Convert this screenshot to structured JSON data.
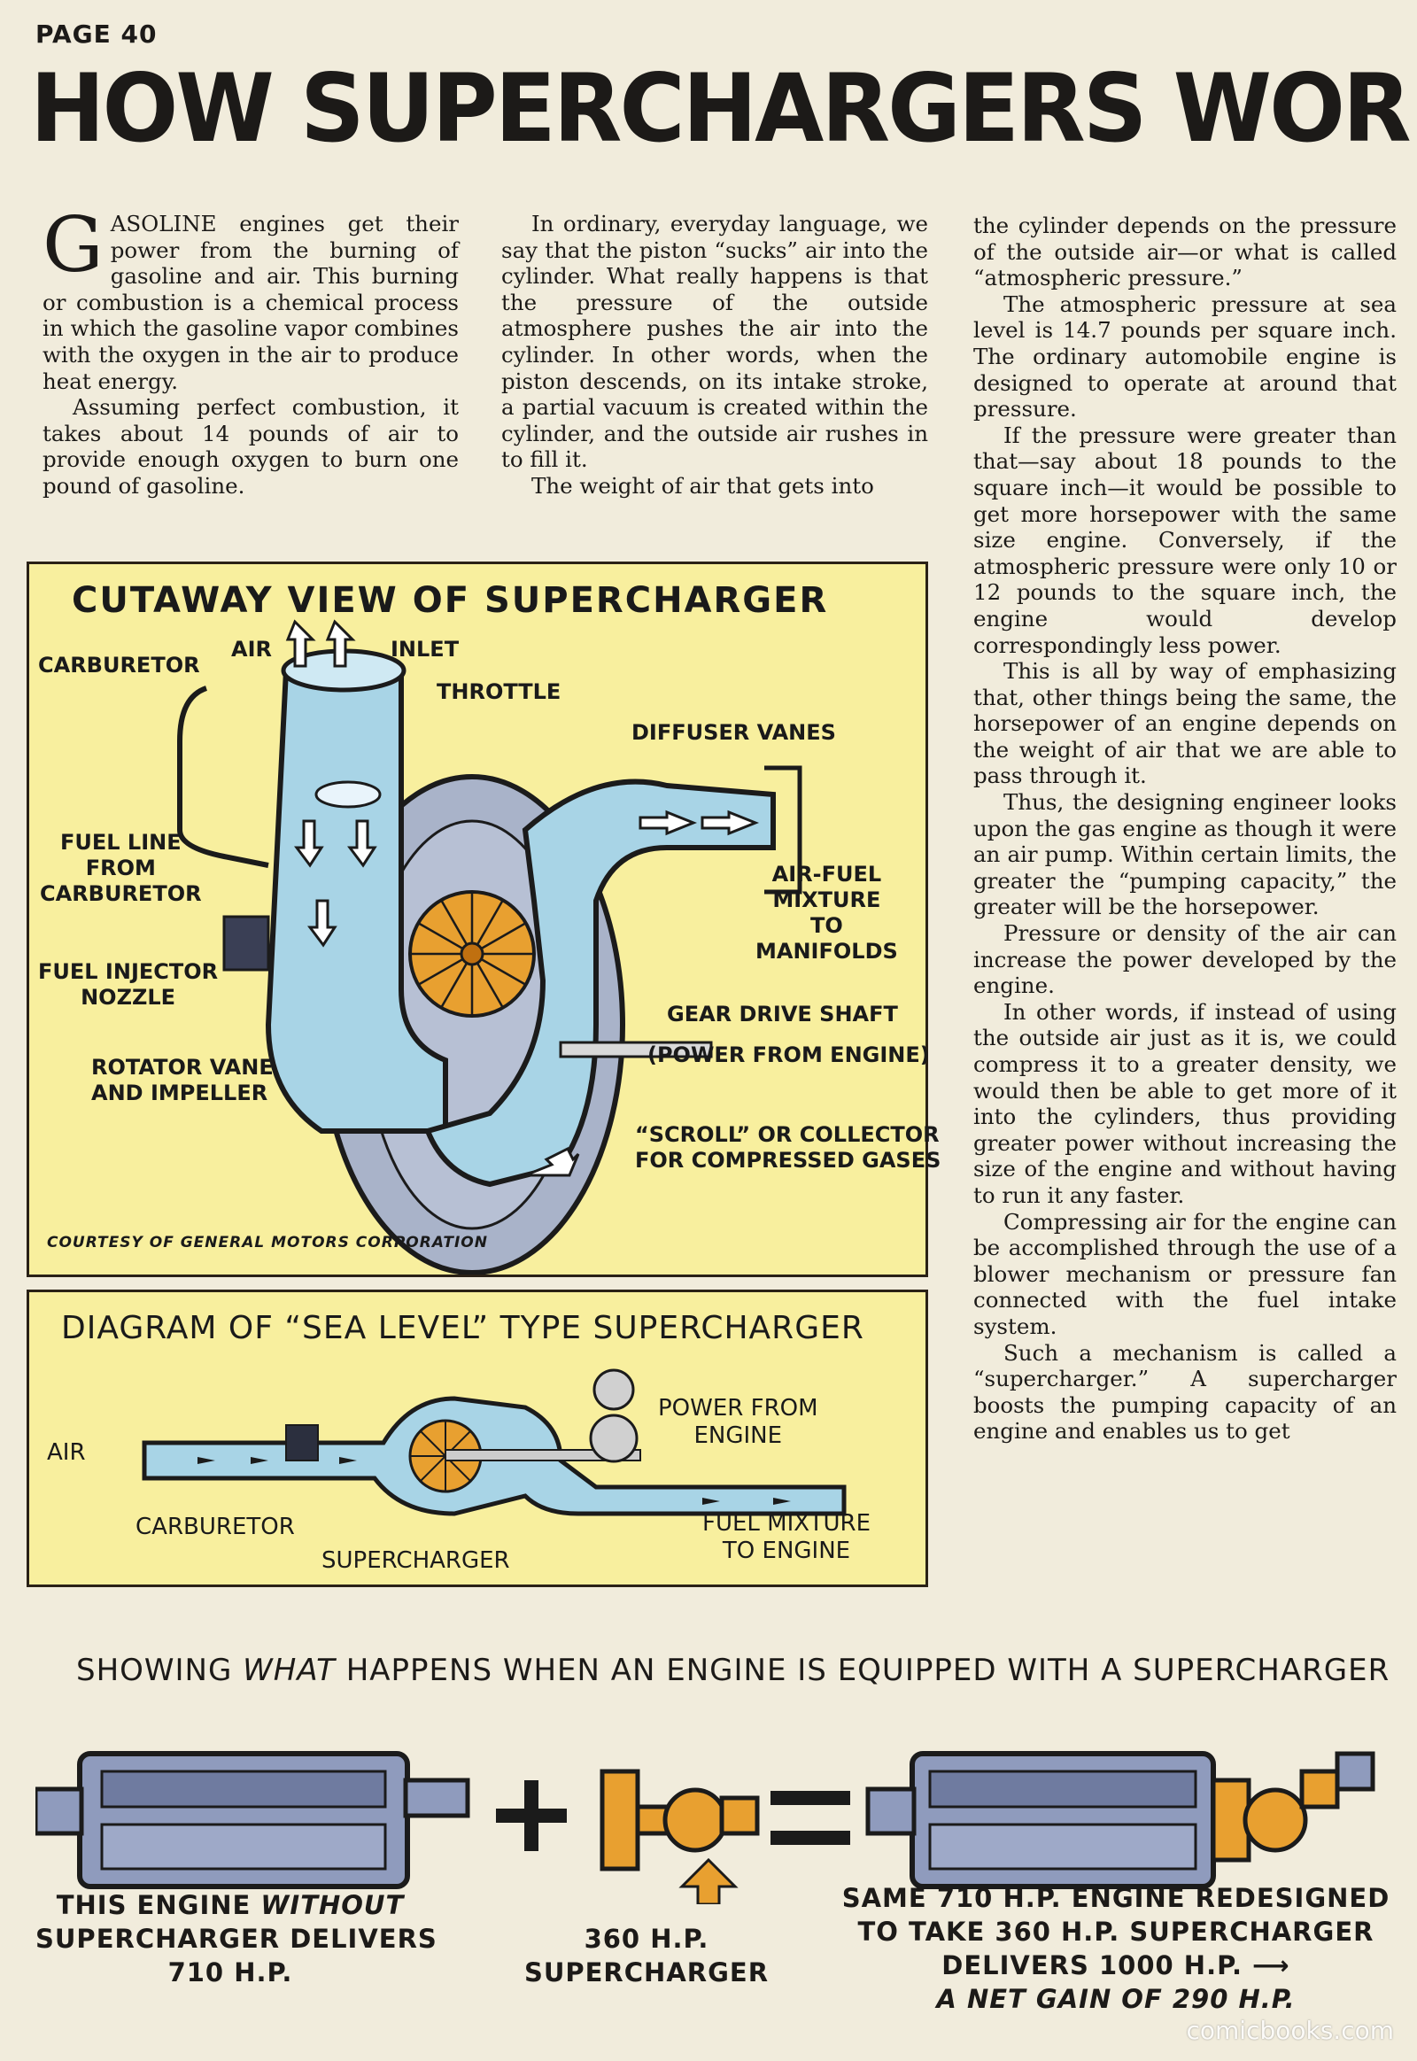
{
  "page": {
    "number": "PAGE 40",
    "headline": "HOW SUPERCHARGERS WORK",
    "watermark": "comicbooks.com"
  },
  "article": {
    "col1": {
      "dropcap": "G",
      "p1": "ASOLINE engines get their power from the burning of gasoline and air. This burning or combustion is a chemical process in which the gasoline vapor combines with the oxygen in the air to produce heat energy.",
      "p2": "Assuming perfect combustion, it takes about 14 pounds of air to provide enough oxygen to burn one pound of gasoline."
    },
    "col2": {
      "p1": "In ordinary, everyday language, we say that the piston “sucks” air into the cylinder. What really happens is that the pressure of the outside atmosphere pushes the air into the cylinder. In other words, when the piston descends, on its intake stroke, a partial vacuum is created within the cylinder, and the outside air rushes in to fill it.",
      "p2": "The weight of air that gets into"
    },
    "col3": {
      "p1": "the cylinder depends on the pressure of the outside air—or what is called “atmospheric pressure.”",
      "p2": "The atmospheric pressure at sea level is 14.7 pounds per square inch. The ordinary automobile engine is designed to operate at around that pressure.",
      "p3": "If the pressure were greater than that—say about 18 pounds to the square inch—it would be possible to get more horsepower with the same size engine. Conversely, if the atmospheric pressure were only 10 or 12 pounds to the square inch, the engine would develop correspondingly less power.",
      "p4": "This is all by way of emphasizing that, other things being the same, the horsepower of an engine depends on the weight of air that we are able to pass through it.",
      "p5": "Thus, the designing engineer looks upon the gas engine as though it were an air pump. Within certain limits, the greater the “pumping capacity,” the greater will be the horsepower.",
      "p6": "Pressure or density of the air can increase the power developed by the engine.",
      "p7": "In other words, if instead of using the outside air just as it is, we could compress it to a greater density, we would then be able to get more of it into the cylinders, thus providing greater power without increasing the size of the engine and without having to run it any faster.",
      "p8": "Compressing air for the engine can be accomplished through the use of a blower mechanism or pressure fan connected with the fuel intake system.",
      "p9": "Such a mechanism is called a “supercharger.” A supercharger boosts the pumping capacity of an engine and enables us to get"
    }
  },
  "cutaway": {
    "title": "CUTAWAY VIEW OF SUPERCHARGER",
    "labels": {
      "carburetor": "CARBURETOR",
      "air": "AIR",
      "inlet": "INLET",
      "throttle": "THROTTLE",
      "diffuser": "DIFFUSER VANES",
      "fuel_line": "FUEL LINE\nFROM\nCARBURETOR",
      "air_fuel": "AIR-FUEL\nMIXTURE\nTO\nMANIFOLDS",
      "injector": "FUEL INJECTOR\nNOZZLE",
      "gear": "GEAR DRIVE SHAFT",
      "power": "(POWER FROM ENGINE)",
      "rotator": "ROTATOR VANE\nAND IMPELLER",
      "scroll": "“SCROLL” OR COLLECTOR\nFOR COMPRESSED GASES"
    },
    "courtesy": "COURTESY OF GENERAL MOTORS CORPORATION"
  },
  "sea_level": {
    "title": "DIAGRAM OF “SEA LEVEL” TYPE SUPERCHARGER",
    "labels": {
      "air": "AIR",
      "power": "POWER FROM\nENGINE",
      "carburetor": "CARBURETOR",
      "fuel": "FUEL MIXTURE\nTO ENGINE",
      "supercharger": "SUPERCHARGER"
    }
  },
  "equation": {
    "title_pre": "SHOWING ",
    "title_em": "WHAT",
    "title_post": " HAPPENS WHEN AN ENGINE IS EQUIPPED WITH A SUPERCHARGER",
    "cap1_a": "THIS ENGINE ",
    "cap1_em": "WITHOUT",
    "cap1_b": "SUPERCHARGER DELIVERS\n710 H.P.",
    "cap2": "360 H.P.\nSUPERCHARGER",
    "cap3": "SAME 710 H.P. ENGINE REDESIGNED\nTO TAKE 360 H.P. SUPERCHARGER\nDELIVERS 1000 H.P. ⟶",
    "cap3_em": "A NET GAIN OF 290 H.P."
  },
  "colors": {
    "panel_bg": "#f8ef9e",
    "duct_blue": "#a8d4e6",
    "engine_blue": "#8f9bbd",
    "orange": "#e8a030",
    "ink": "#1c1a18"
  }
}
